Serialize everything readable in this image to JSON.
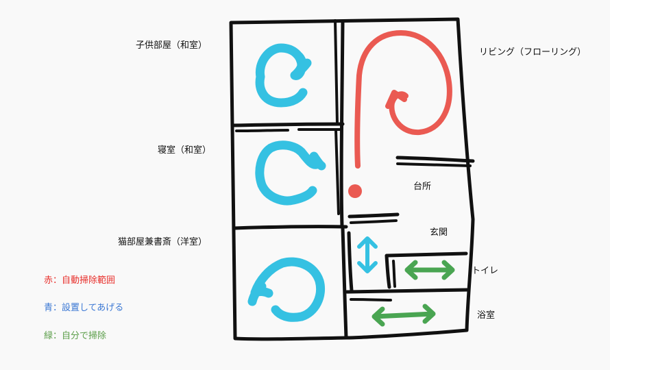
{
  "rooms": {
    "kids_room": "子供部屋（和室）",
    "living": "リビング（フローリング）",
    "bedroom": "寝室（和室）",
    "kitchen": "台所",
    "cat_study": "猫部屋兼書斎（洋室）",
    "entrance": "玄関",
    "toilet": "トイレ",
    "bath": "浴室"
  },
  "legend": {
    "red": {
      "text": "赤：自動掃除範囲",
      "color": "#e8302c"
    },
    "blue": {
      "text": "青：設置してあげる",
      "color": "#3b78d4"
    },
    "green": {
      "text": "緑：自分で掃除",
      "color": "#5c9e4a"
    }
  },
  "stroke_colors": {
    "blue": "#35c1e2",
    "red": "#ea5a52",
    "green": "#4aa552",
    "wall": "#111111"
  }
}
